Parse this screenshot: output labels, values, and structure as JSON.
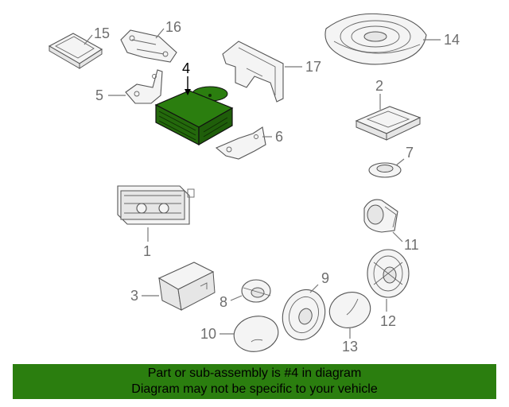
{
  "callouts": {
    "n1": "1",
    "n2": "2",
    "n3": "3",
    "n4": "4",
    "n5": "5",
    "n6": "6",
    "n7": "7",
    "n8": "8",
    "n9": "9",
    "n10": "10",
    "n11": "11",
    "n12": "12",
    "n13": "13",
    "n14": "14",
    "n15": "15",
    "n16": "16",
    "n17": "17"
  },
  "highlight": {
    "part": "4",
    "color": "#2b7e0f"
  },
  "footer": {
    "line1": "Part or sub-assembly is #4 in diagram",
    "line2": "Diagram may not be specific to your vehicle",
    "bg_color": "#2b7e0f"
  }
}
